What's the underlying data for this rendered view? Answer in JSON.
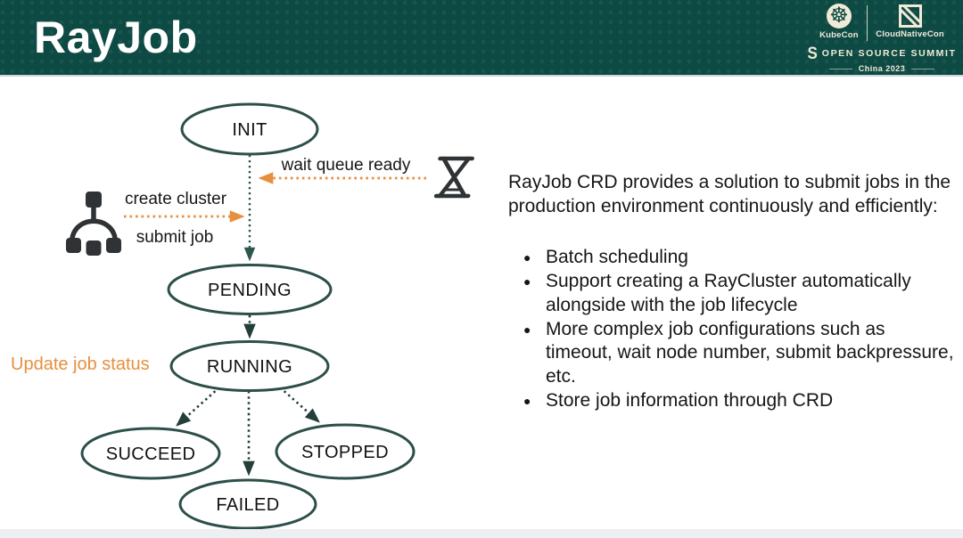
{
  "slide": {
    "title": "RayJob",
    "colors": {
      "header_bg": "#0d4a43",
      "cream": "#f0ead8",
      "node_stroke": "#2d4f4a",
      "teal_arrow": "#2e564e",
      "dark_arrow": "#223f3b",
      "orange": "#e78f3e",
      "icon": "#2f3335",
      "body_text": "#161616"
    }
  },
  "branding": {
    "kubecon": "KubeCon",
    "cloudnativecon": "CloudNativeCon",
    "summit": "OPEN SOURCE SUMMIT",
    "summit_mark": "S",
    "location": "China 2023",
    "icons": [
      "kubernetes-helm-icon",
      "cncf-cube-icon"
    ]
  },
  "diagram": {
    "nodes": {
      "init": "INIT",
      "pending": "PENDING",
      "running": "RUNNING",
      "succeed": "SUCCEED",
      "failed": "FAILED",
      "stopped": "STOPPED"
    },
    "edge_labels": {
      "wait_queue": "wait queue ready",
      "create_cluster": "create cluster",
      "submit_job": "submit job",
      "update_status": "Update job status"
    },
    "icons": [
      "hourglass-icon",
      "cluster-icon"
    ]
  },
  "content": {
    "intro": "RayJob CRD provides a solution to submit jobs in the production environment continuously and efficiently:",
    "bullets": [
      "Batch scheduling",
      "Support creating a RayCluster automatically alongside with the job lifecycle",
      "More complex job configurations such as timeout, wait node number, submit backpressure, etc.",
      "Store job information through CRD"
    ]
  }
}
